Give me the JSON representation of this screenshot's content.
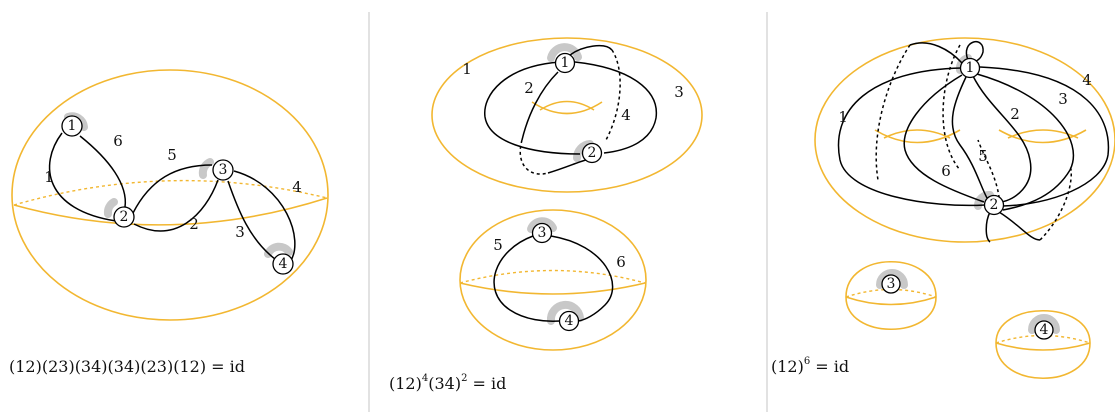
{
  "panels": [
    {
      "equation": {
        "main": "(12)(23)(34)(34)(23)(12) = id"
      },
      "vertices": [
        "1",
        "2",
        "3",
        "4"
      ],
      "edge_labels": [
        "1",
        "6",
        "5",
        "2",
        "3",
        "4"
      ]
    },
    {
      "equation": {
        "base1": "(12)",
        "exp1": "4",
        "base2": "(34)",
        "exp2": "2",
        "rest": " = id"
      },
      "vertices": [
        "1",
        "2",
        "3",
        "4"
      ],
      "edge_labels": [
        "1",
        "2",
        "3",
        "4",
        "5",
        "6"
      ]
    },
    {
      "equation": {
        "base1": "(12)",
        "exp1": "6",
        "rest": " = id"
      },
      "vertices": [
        "1",
        "2",
        "3",
        "4"
      ],
      "edge_labels": [
        "1",
        "6",
        "5",
        "2",
        "3",
        "4"
      ]
    }
  ],
  "colors": {
    "surface": "#F2B731",
    "vertex_highlight": "#c8c8c8",
    "divider": "#cfcfcf"
  }
}
